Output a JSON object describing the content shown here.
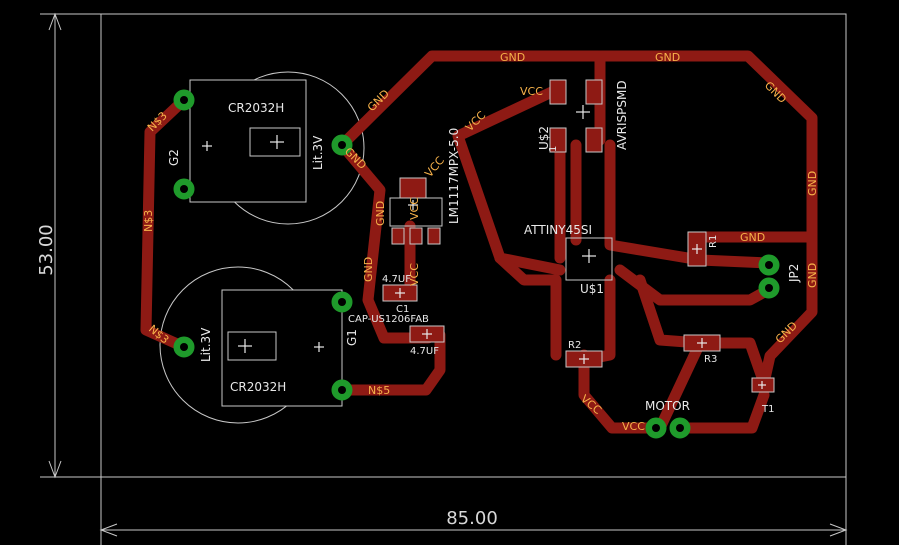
{
  "dimensions": {
    "width_label": "85.00",
    "height_label": "53.00"
  },
  "colors": {
    "background": "#000000",
    "trace": "#8e1a14",
    "pad": "#1f9a2b",
    "outline": "#c8c8c8",
    "text": "#e8e8e8",
    "net_label": "#f7b24a"
  },
  "nets": {
    "gnd": "GND",
    "vcc": "VCC",
    "n3": "N$3",
    "n5": "N$5"
  },
  "parts": {
    "battery_top": {
      "name": "CR2032H",
      "ref": "G2",
      "value": "Lit.3V"
    },
    "battery_bottom": {
      "name": "CR2032H",
      "ref": "G1",
      "value": "Lit.3V"
    },
    "regulator": {
      "name": "LM1117MPX-5.0"
    },
    "mcu": {
      "name": "ATTINY45SI",
      "ref": "U$1"
    },
    "isp": {
      "name": "AVRISPSMD",
      "ref": "U$2",
      "pin1": "1"
    },
    "cap1": {
      "ref": "C1",
      "value": "4.7UF"
    },
    "cap2": {
      "name": "CAP-US1206FAB",
      "value": "4.7UF"
    },
    "r1": {
      "ref": "R1"
    },
    "r2": {
      "ref": "R2"
    },
    "r3": {
      "ref": "R3"
    },
    "jp2": {
      "ref": "JP2"
    },
    "motor": {
      "name": "MOTOR"
    },
    "t1": {
      "ref": "T1"
    }
  }
}
